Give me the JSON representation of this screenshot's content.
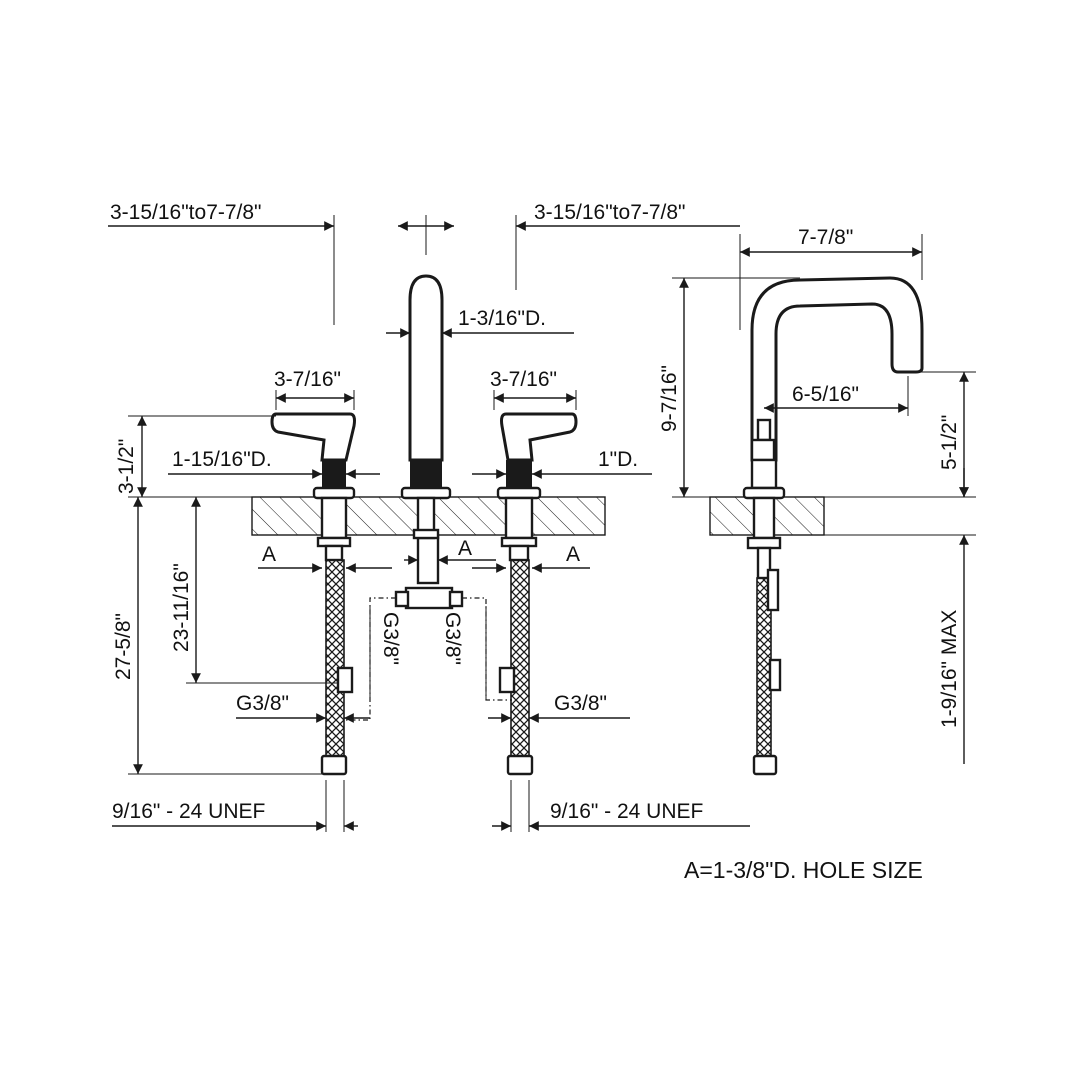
{
  "dimensions": {
    "spread_left": "3-15/16\"to7-7/8\"",
    "spread_right": "3-15/16\"to7-7/8\"",
    "spout_diameter": "1-3/16\"D.",
    "handle_left_length": "3-7/16\"",
    "handle_right_length": "3-7/16\"",
    "handle_left_base_diameter": "1-15/16\"D.",
    "handle_right_base_diameter": "1\"D.",
    "handle_height": "3-1/2\"",
    "hose_length_total": "27-5/8\"",
    "hose_length_inner": "23-11/16\"",
    "hole_left": "A",
    "hole_center": "A",
    "hole_right": "A",
    "thread_center_left": "G3/8\"",
    "thread_center_right": "G3/8\"",
    "thread_left": "G3/8\"",
    "thread_right": "G3/8\"",
    "unef_left": "9/16\" - 24 UNEF",
    "unef_right": "9/16\" - 24 UNEF",
    "spout_reach": "7-7/8\"",
    "spout_height": "9-7/16\"",
    "spout_outlet_offset": "6-5/16\"",
    "spout_outlet_height": "5-1/2\"",
    "deck_thickness_max": "1-9/16\" MAX"
  },
  "note": "A=1-3/8\"D. HOLE SIZE"
}
